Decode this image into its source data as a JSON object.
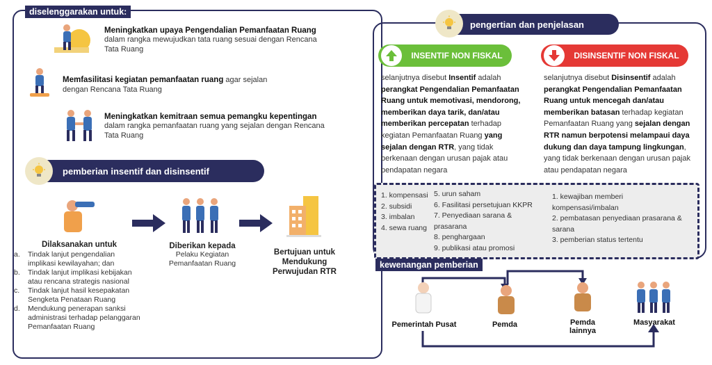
{
  "left": {
    "header": "diselenggarakan untuk:",
    "items": [
      {
        "title": "Meningkatkan upaya Pengendalian Pemanfaatan Ruang",
        "title_rest": "",
        "text": "dalam rangka mewujudkan tata ruang sesuai dengan Rencana Tata Ruang"
      },
      {
        "title": "Memfasilitasi kegiatan pemanfaatan ruang",
        "title_rest": " agar sejalan",
        "text": "dengan Rencana Tata Ruang"
      },
      {
        "title": "Meningkatkan kemitraan semua pemangku kepentingan",
        "title_rest": "",
        "text": "dalam rangka pemanfaatan ruang yang sejalan dengan Rencana Tata Ruang"
      }
    ],
    "section2_title": "pemberian insentif dan disinsentif",
    "flow": {
      "col1_title": "Dilaksanakan untuk",
      "col1_items": [
        {
          "marker": "a.",
          "text": "Tindak lanjut pengendalian implikasi kewilayahan; dan"
        },
        {
          "marker": "b.",
          "text": "Tindak lanjut implikasi kebijakan atau rencana strategis nasional"
        },
        {
          "marker": "c.",
          "text": "Tindak lanjut hasil kesepakatan Sengketa Penataan Ruang"
        },
        {
          "marker": "d.",
          "text": "Mendukung penerapan sanksi administrasi terhadap pelanggaran Pemanfaatan Ruang"
        }
      ],
      "col2_title": "Diberikan kepada",
      "col2_text": "Pelaku Kegiatan Pemanfaatan Ruang",
      "col3_title": "Bertujuan untuk Mendukung Perwujudan RTR"
    }
  },
  "right": {
    "header": "pengertian dan penjelasan",
    "insentif": {
      "label": "INSENTIF NON FISKAL",
      "p1": "selanjutnya disebut ",
      "p1b": "Insentif",
      "p2": " adalah ",
      "p2b": "perangkat Pengendalian Pemanfaatan Ruang untuk memotivasi, mendorong, memberikan daya tarik, dan/atau memberikan percepatan",
      "p3": " terhadap kegiatan Pemanfaatan Ruang ",
      "p3b": "yang sejalan dengan RTR",
      "p4": ", yang tidak berkenaan dengan urusan pajak atau pendapatan negara"
    },
    "disinsentif": {
      "label": "DISINSENTIF NON FISKAL",
      "p1": "selanjutnya disebut ",
      "p1b": "Disinsentif",
      "p2": " adalah ",
      "p2b": "perangkat Pengendalian Pemanfaatan Ruang untuk mencegah dan/atau memberikan batasan",
      "p3": " terhadap kegiatan Pemanfaatan Ruang yang ",
      "p3b": "sejalan dengan RTR namun berpotensi melampaui daya dukung dan daya tampung lingkungan",
      "p4": ", yang tidak berkenaan dengan urusan pajak atau pendapatan negara"
    },
    "list_a": [
      "1. kompensasi",
      "2. subsidi",
      "3. imbalan",
      "4. sewa ruang"
    ],
    "list_b": [
      "5. urun saham",
      "6. Fasilitasi persetujuan KKPR",
      "7. Penyediaan sarana & prasarana",
      "8. penghargaan",
      "9. publikasi atau promosi"
    ],
    "list_c": [
      "1. kewajiban memberi kompensasi/imbalan",
      "2. pembatasan penyediaan prasarana & sarana",
      "3. pemberian status tertentu"
    ],
    "kewenangan_header": "kewenangan pemberian",
    "actors": [
      "Pemerintah Pusat",
      "Pemda",
      "Pemda lainnya",
      "Masyarakat"
    ]
  },
  "colors": {
    "navy": "#2b2d5e",
    "green": "#4caf50",
    "red": "#e53935",
    "gold": "#f5c542",
    "blue": "#3b6fb6"
  }
}
